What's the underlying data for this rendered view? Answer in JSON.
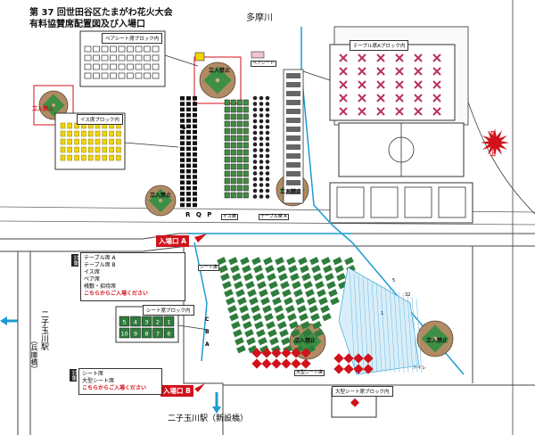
{
  "title": {
    "line1": "第 37 回世田谷区たまがわ花火大会",
    "line2": "有料協賛席配置図及び入場口"
  },
  "river": "多摩川",
  "callouts": {
    "pair_block": "ペアシート席ブロック内",
    "table_a_block": "テーブル席Aブロック内",
    "chair_block": "イス席ブロック内",
    "sheet_block": "シート席ブロック内",
    "large_sheet_block": "大型シート席ブロック内"
  },
  "no_entry": "立入禁止",
  "fireworks": "花火\n打上",
  "entrances": {
    "a": "入場口 A",
    "b": "入場口 B"
  },
  "legend_a": {
    "side": "対象",
    "items": [
      "テーブル席 A",
      "テーブル席 B",
      "イス席",
      "ペア席",
      "桟敷・招待席"
    ],
    "note": "こちらからご入場ください"
  },
  "legend_b": {
    "side": "対象",
    "items": [
      "シート席",
      "大型シート席"
    ],
    "note": "こちらからご入場ください"
  },
  "zone_labels": {
    "pair_seat": "ペアシート",
    "table_a": "テーブル席 A",
    "chair_seat": "イス席",
    "sheet_seat": "シート席",
    "large_sheet": "大型シート席",
    "toilet": "トイレ"
  },
  "letters": [
    "R",
    "Q",
    "P",
    "S",
    "C",
    "B",
    "A"
  ],
  "sheet_block_numbers": [
    [
      "5",
      "4",
      "3",
      "2",
      "1"
    ],
    [
      "10",
      "9",
      "8",
      "7",
      "6"
    ]
  ],
  "block_marks": {
    "m32": "32",
    "m1": "1",
    "m5": "5"
  },
  "stations": {
    "left": "二子玉川駅",
    "left_sub": "（兵庫橋）",
    "bottom": "二子玉川駅（新設橋）"
  },
  "colors": {
    "red": "#d0121b",
    "green": "#2f7d3c",
    "blue": "#1d9bd1",
    "yellow": "#f2d30a",
    "pink": "#f0c4cc",
    "field": "#3e8f46",
    "sand": "#b08b63",
    "purple": "#b8325d"
  }
}
